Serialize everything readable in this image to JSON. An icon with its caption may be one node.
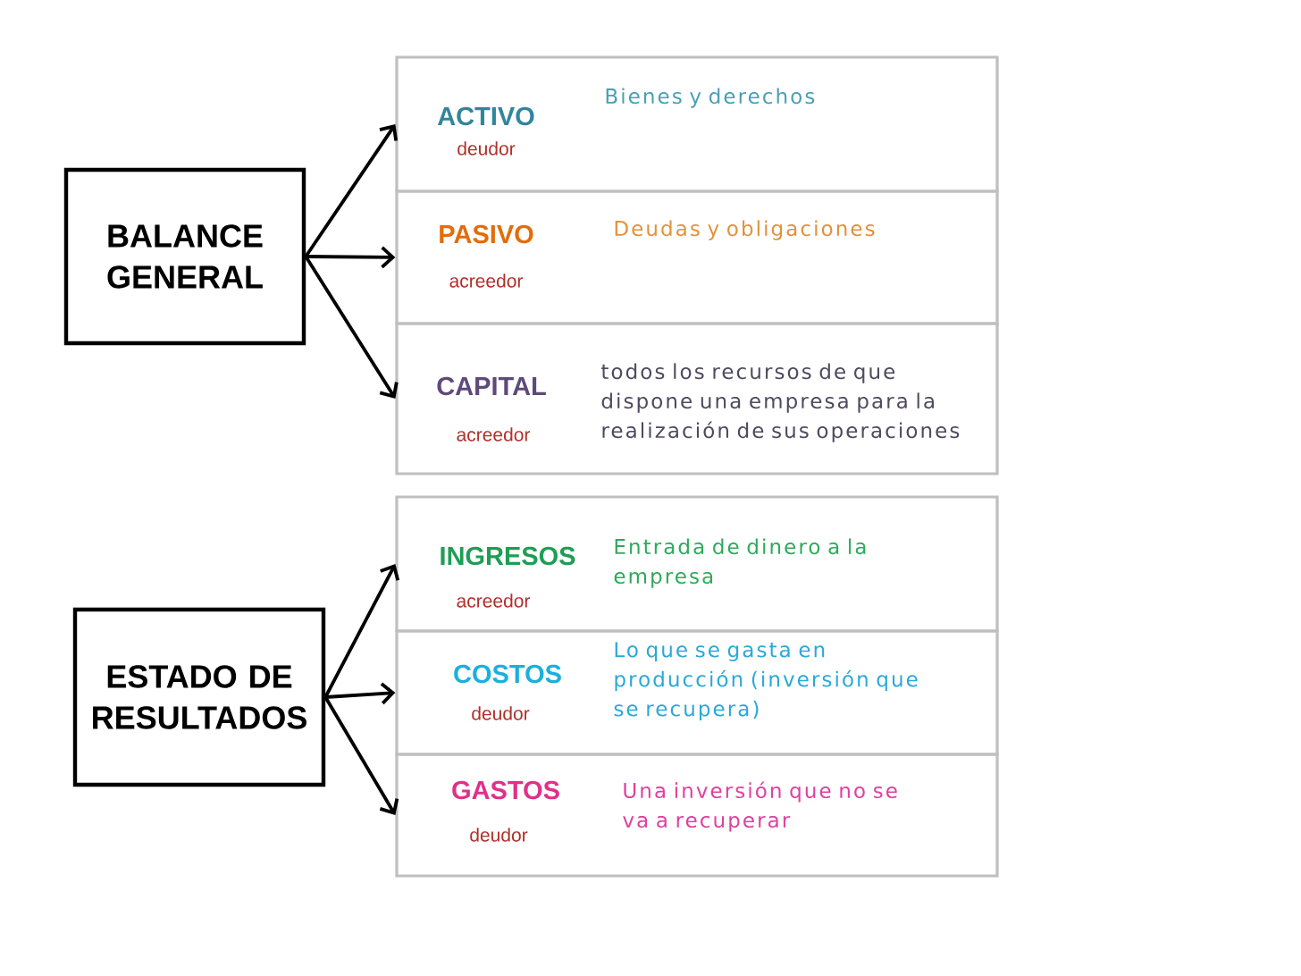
{
  "diagram": {
    "nodes": [
      {
        "text": [
          "BALANCE GENERAL"
        ]
      },
      {
        "text": [
          "ACTIVO",
          "deudor",
          "Bienes y derechos"
        ]
      },
      {
        "text": [
          "PASIVO",
          "acreedor",
          "Deudas y obligaciones"
        ]
      },
      {
        "text": [
          "CAPITAL",
          "acreedor",
          "todos los recursos de que dispone una empresa para la realización de sus operaciones"
        ]
      },
      {
        "text": [
          "ESTADO DE RESULTADOS"
        ]
      },
      {
        "text": [
          "INGRESOS",
          "acreedor",
          "Entrada de dinero a la empresa"
        ]
      },
      {
        "text": [
          "COSTOS",
          "deudor",
          "Lo que se gasta en producción (inversión que se recupera)"
        ]
      },
      {
        "text": [
          "GASTOS",
          "deudor",
          "Una inversión que no se va a recuperar"
        ]
      }
    ],
    "edges": [
      {
        "from": 0,
        "to": 1,
        "arrow": "to"
      },
      {
        "from": 0,
        "to": 2,
        "arrow": "to"
      },
      {
        "from": 0,
        "to": 3,
        "arrow": "to"
      },
      {
        "from": 4,
        "to": 5,
        "arrow": "to"
      },
      {
        "from": 4,
        "to": 6,
        "arrow": "to"
      },
      {
        "from": 4,
        "to": 7,
        "arrow": "to"
      }
    ]
  }
}
